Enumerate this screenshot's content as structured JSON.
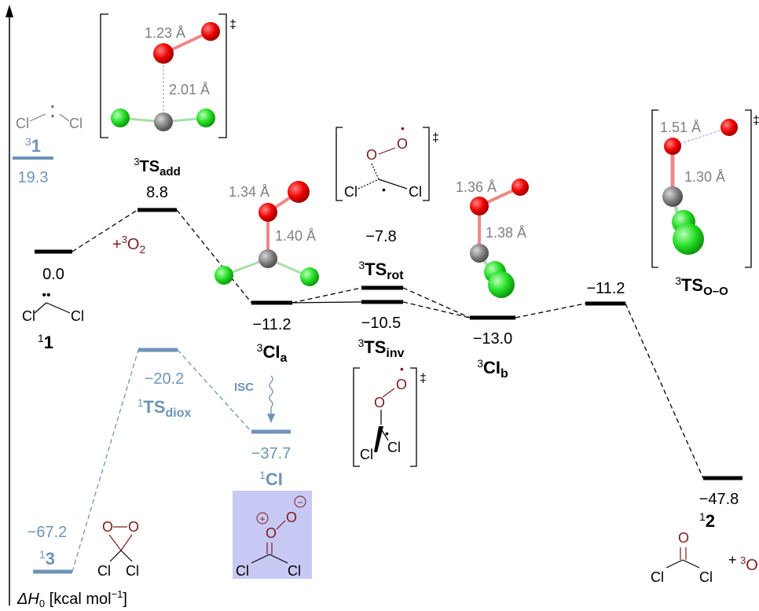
{
  "axis": {
    "label_prefix": "ΔH",
    "label_sub": "0",
    "label_unit": " [kcal mol",
    "label_exp": "−1",
    "label_close": "]"
  },
  "colors": {
    "triplet": "#000000",
    "singlet": "#6f93b8",
    "oxygen": "#7a1c1c",
    "grey_text": "#808080",
    "o_atom": "#ee0000",
    "cl_atom": "#22dd22",
    "c_atom": "#808080",
    "highlight": "#c8c8f4"
  },
  "labels": {
    "l1": {
      "value": "0.0",
      "sup": "1",
      "name": "1"
    },
    "l31": {
      "sup": "3",
      "name": "1",
      "value": "19.3"
    },
    "tsadd": {
      "sup": "3",
      "main": "TS",
      "sub": "add",
      "value": "8.8"
    },
    "o2": {
      "prefix": "+",
      "sup": "3",
      "main": "O",
      "sub": "2"
    },
    "cia": {
      "value": "−11.2",
      "sup": "3",
      "main": "CI",
      "sub": "a"
    },
    "tsrot": {
      "value": "−7.8",
      "sup": "3",
      "main": "TS",
      "sub": "rot"
    },
    "tsinv": {
      "value": "−10.5",
      "sup": "3",
      "main": "TS",
      "sub": "inv"
    },
    "cib": {
      "value": "−13.0",
      "sup": "3",
      "main": "CI",
      "sub": "b"
    },
    "tsoo": {
      "value": "−11.2",
      "sup": "3",
      "main": "TS",
      "sub": "O–O"
    },
    "l2": {
      "value": "−47.8",
      "sup": "1",
      "name": "2",
      "plus": "+",
      "o_sup": "3",
      "o": "O"
    },
    "tsdiox": {
      "value": "−20.2",
      "sup": "1",
      "main": "TS",
      "sub": "diox"
    },
    "ci1": {
      "value": "−37.7",
      "sup": "1",
      "main": "CI"
    },
    "l3": {
      "value": "−67.2",
      "sup": "1",
      "name": "3"
    },
    "isc": "ISC"
  },
  "distances": {
    "tsadd_oo": "1.23 Å",
    "tsadd_co": "2.01 Å",
    "cia_oo": "1.34 Å",
    "cia_co": "1.40 Å",
    "cib_oo": "1.36 Å",
    "cib_co": "1.38 Å",
    "tsoo_oo": "1.51 Å",
    "tsoo_co": "1.30 Å"
  },
  "structures": {
    "cl": "Cl",
    "o": "O",
    "c_dot": "•",
    "lone_pair": "••",
    "dagger": "‡",
    "plus_charge": "+",
    "minus_charge": "−"
  }
}
